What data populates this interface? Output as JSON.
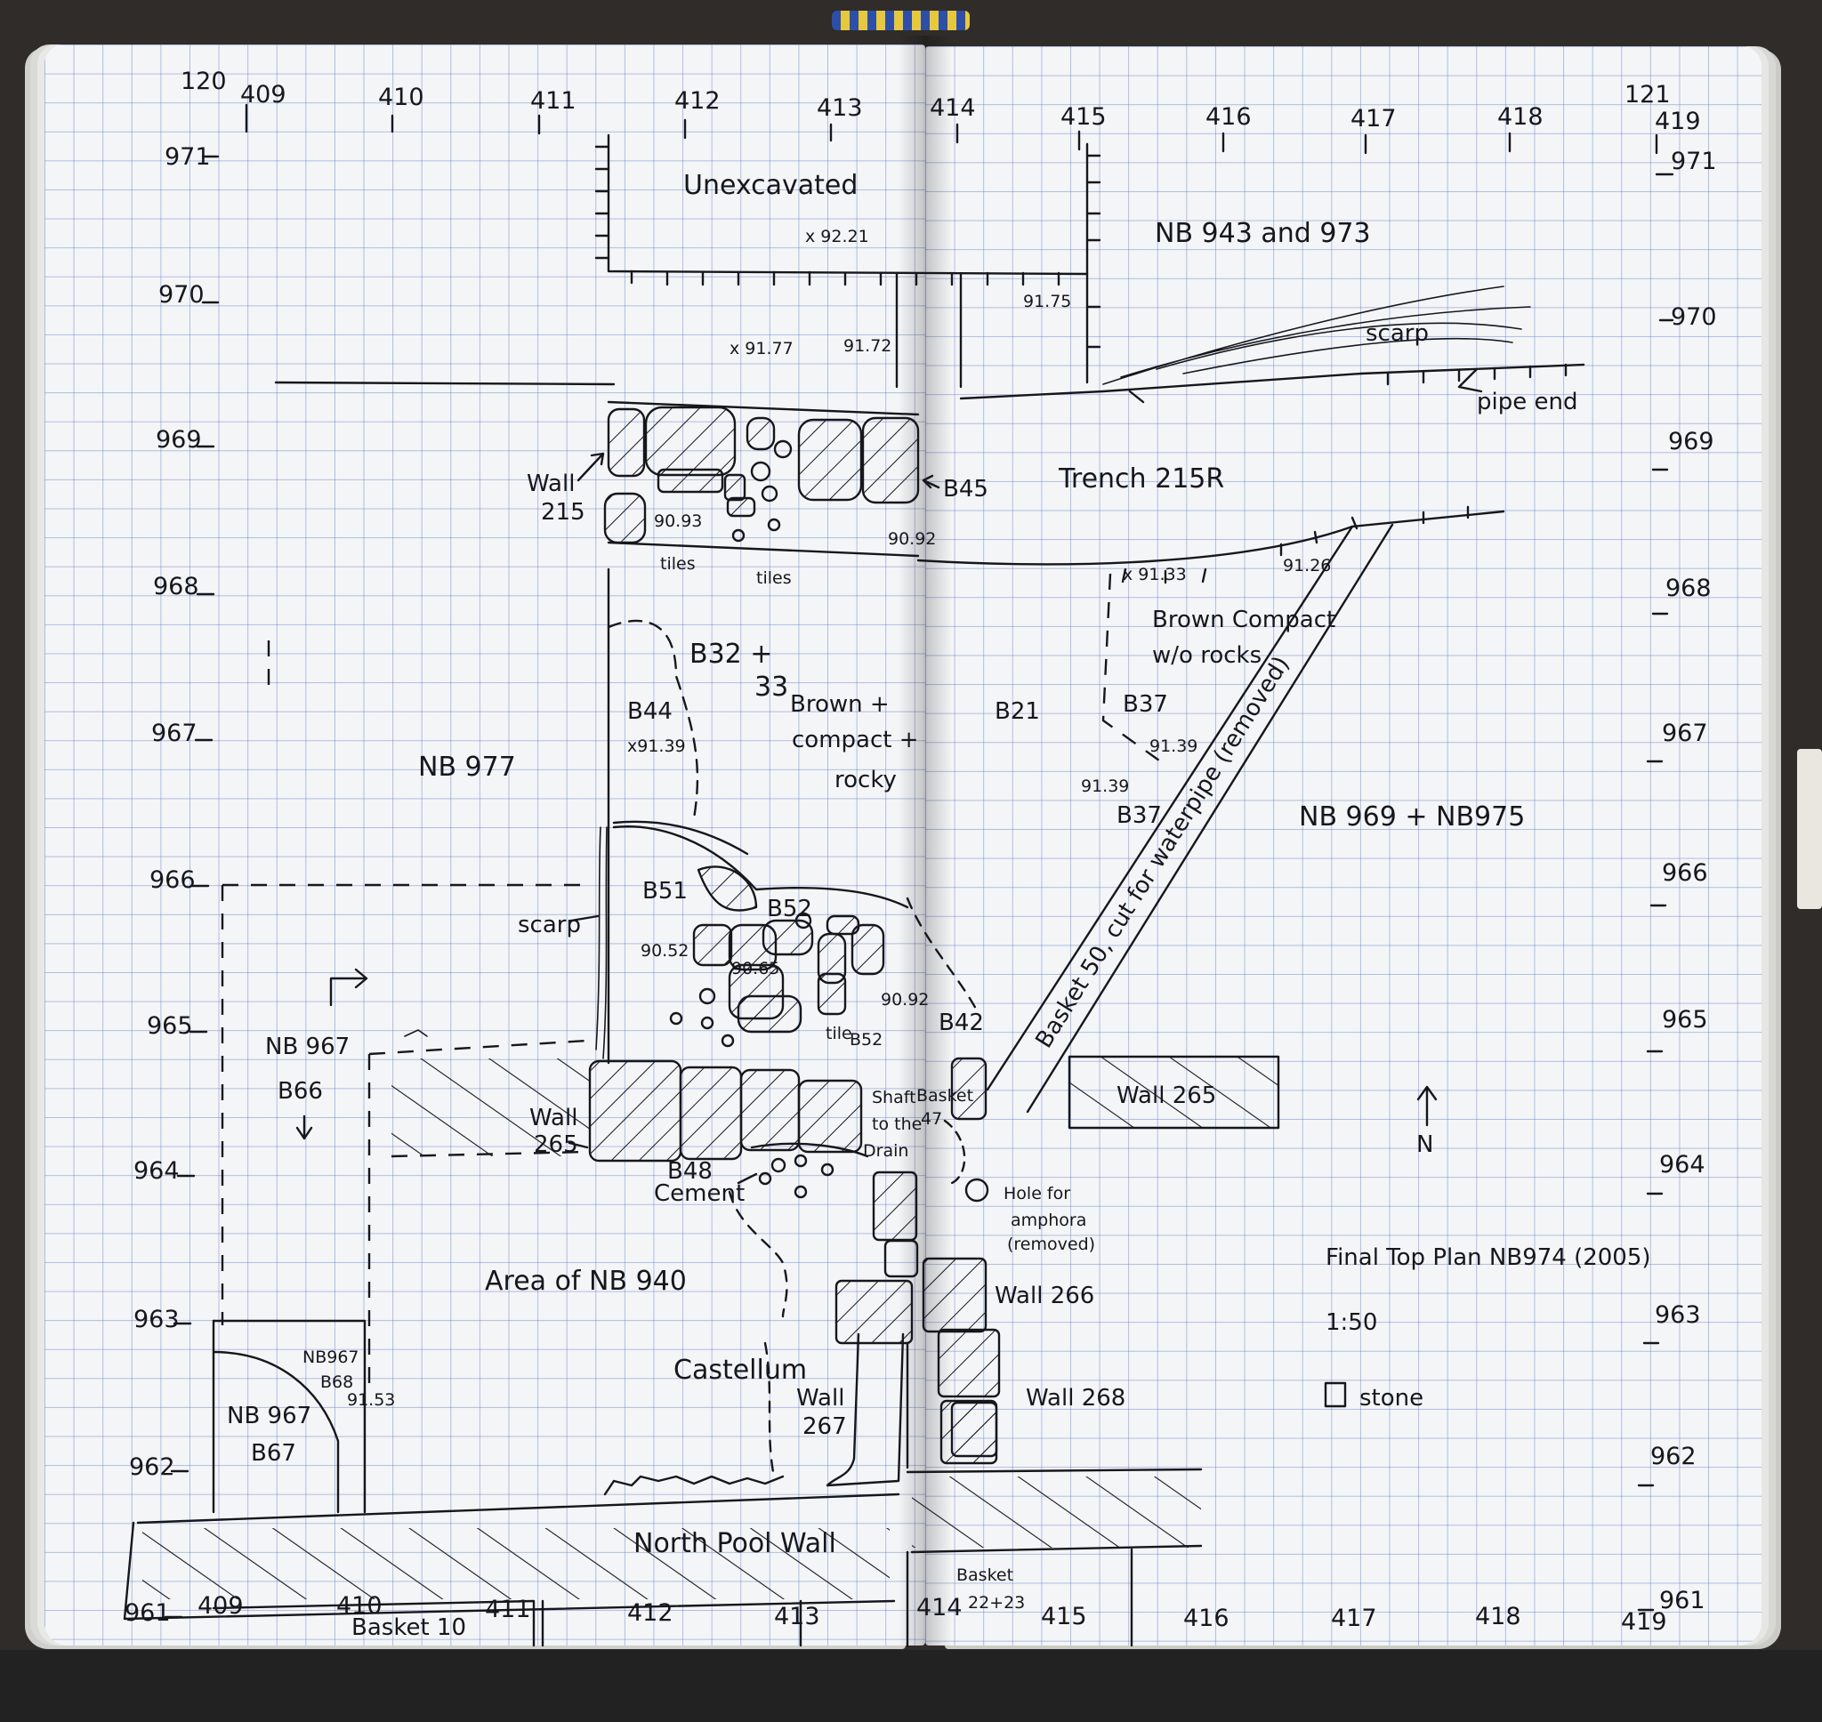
{
  "grid": {
    "x_top": [
      "120",
      "409",
      "410",
      "411",
      "412",
      "413",
      "414",
      "415",
      "416",
      "417",
      "418",
      "121",
      "419"
    ],
    "x_bottom": [
      "409",
      "410",
      "411",
      "412",
      "413",
      "414",
      "415",
      "416",
      "417",
      "418",
      "419"
    ],
    "y_left": [
      "971",
      "970",
      "969",
      "968",
      "967",
      "966",
      "965",
      "964",
      "963",
      "962",
      "961"
    ],
    "y_right": [
      "971",
      "970",
      "969",
      "968",
      "967",
      "966",
      "965",
      "964",
      "963",
      "962",
      "961"
    ]
  },
  "labels": {
    "unexcavated": "Unexcavated",
    "nb943_973": "NB 943 and 973",
    "scarp_top": "scarp",
    "pipe_end": "pipe end",
    "wall215": [
      "Wall",
      "215"
    ],
    "b45": "B45",
    "trench": "Trench 215R",
    "tiles1": "tiles",
    "tiles2": "tiles",
    "b32": [
      "B32 +",
      "33"
    ],
    "brown_compact_rocky": [
      "Brown +",
      "compact +",
      "rocky"
    ],
    "b44": "B44",
    "b21": "B21",
    "brown_compact2": [
      "Brown Compact",
      "w/o rocks"
    ],
    "b37a": "B37",
    "b37b": "B37",
    "nb977": "NB 977",
    "nb969_975": "NB 969 + NB975",
    "basket50": "Basket 50, cut for waterpipe (removed)",
    "scarp_mid": "scarp",
    "b51": "B51",
    "b52a": "B52",
    "b52b": "B52",
    "tile": "tile",
    "b42": "B42",
    "nb967": "NB 967",
    "b66": "B66",
    "wall265a": [
      "Wall",
      "265"
    ],
    "wall265b": "Wall 265",
    "b48": [
      "B48",
      "Cement"
    ],
    "shaft": [
      "Shaft",
      "to the",
      "Drain"
    ],
    "basket47": [
      "Basket",
      "47"
    ],
    "hole": [
      "Hole for",
      "amphora",
      "(removed)"
    ],
    "north": "N",
    "area940": "Area of NB 940",
    "castellum": "Castellum",
    "wall267": [
      "Wall",
      "267"
    ],
    "wall266": "Wall 266",
    "wall268": "Wall 268",
    "nb967b": [
      "NB967",
      "B68"
    ],
    "nb967c": [
      "NB 967",
      "B67"
    ],
    "north_pool": "North Pool Wall",
    "basket10": "Basket 10",
    "basket2223": [
      "Basket",
      "22+23"
    ],
    "title": "Final Top Plan NB974 (2005)",
    "scale": "1:50",
    "legend_stone": "stone"
  },
  "elevations": {
    "e1": "x 92.21",
    "e2": "91.75",
    "e3": "x 91.77",
    "e4": "91.72",
    "e5": "90.93",
    "e6": "90.92",
    "e7": "x 91.33",
    "e8": "91.26",
    "e9": "x91.39",
    "e10": "91.39",
    "e11": "91.39",
    "e12": "90.52",
    "e13": "90.65",
    "e14": "90.92",
    "e15": "91.53"
  }
}
